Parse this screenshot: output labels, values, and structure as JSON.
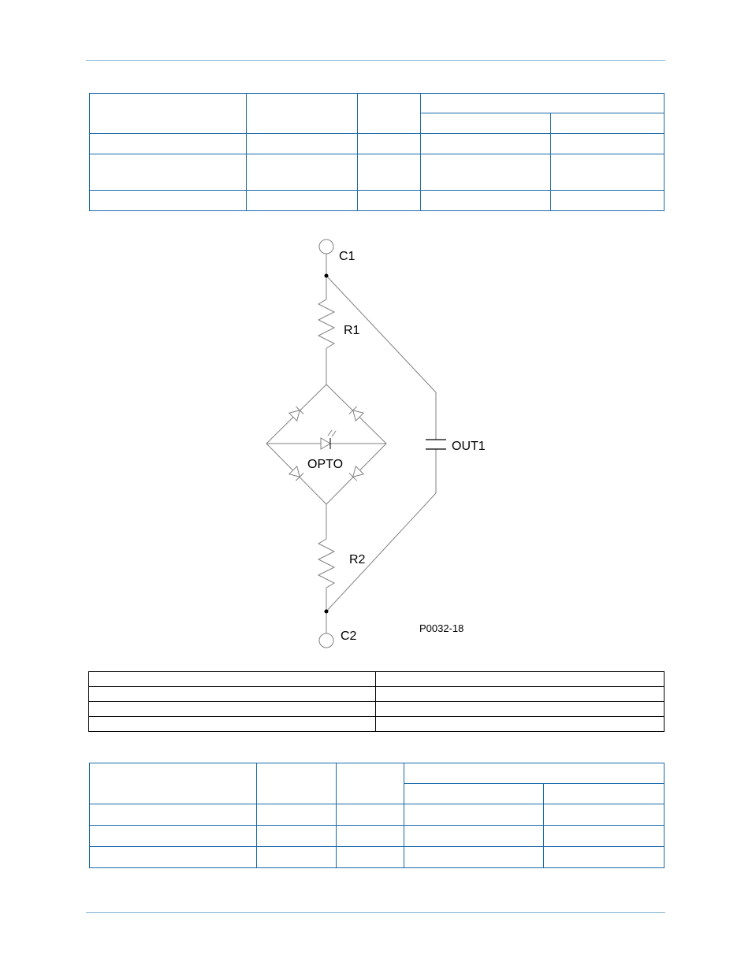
{
  "schematic": {
    "labels": {
      "c1": "C1",
      "c2": "C2",
      "r1": "R1",
      "r2": "R2",
      "opto": "OPTO",
      "out1": "OUT1",
      "figure_code": "P0032-18"
    }
  },
  "colors": {
    "rule": "#7fb2d6",
    "table_border": "#1a6aab",
    "schematic_line": "#808080"
  }
}
